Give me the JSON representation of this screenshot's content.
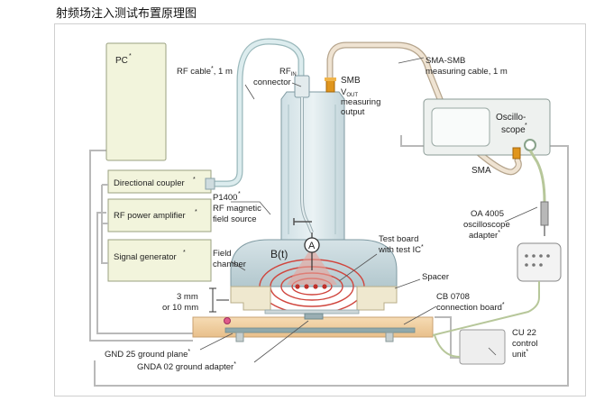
{
  "page": {
    "title": "射频场注入测试布置原理图"
  },
  "labels": {
    "pc": "PC",
    "rf_cable_1": "RF cable",
    "rf_cable_2": ", 1 m",
    "rf_in_connector_1": "RF",
    "rf_in_connector_sub": "IN",
    "rf_in_connector_2": "connector",
    "smb": "SMB",
    "v_out": "V",
    "v_out_sub": "OUT",
    "measuring": "measuring",
    "output": "output",
    "sma_smb_1": "SMA-SMB",
    "sma_smb_2": "measuring cable, 1 m",
    "oscilloscope_1": "Oscillo-",
    "oscilloscope_2": "scope",
    "sma": "SMA",
    "directional_coupler": "Directional coupler",
    "rf_power_amplifier": "RF power amplifier",
    "signal_generator": "Signal generator",
    "p1400_1": "P1400",
    "p1400_2": "RF magnetic",
    "p1400_3": "field source",
    "bt": "B(t)",
    "ammeter": "A",
    "field_chamber_1": "Field",
    "field_chamber_2": "chamber",
    "test_board_1": "Test board",
    "test_board_2": "with test IC",
    "spacer": "Spacer",
    "gap_1": "3 mm",
    "gap_2": "or 10 mm",
    "cb0708_1": "CB 0708",
    "cb0708_2": "connection board",
    "oa4005_1": "OA 4005",
    "oa4005_2": "oscilloscope",
    "oa4005_3": "adapter",
    "cu22_1": "CU 22",
    "cu22_2": "control",
    "cu22_3": "unit",
    "gnd25": "GND 25 ground plane",
    "gnda02": "GNDA 02 ground adapter",
    "star": "*"
  },
  "colors": {
    "cable_fill": "#d9eaec",
    "cable_stroke": "#9ab8bb",
    "box_fill": "#f2f4dc",
    "box_stroke": "#9aa080",
    "probe_fill": "#e1ecef",
    "probe_stroke": "#7f9aa2",
    "chamber_fill": "#c9d9de",
    "wood_fill": "#f2d2a6",
    "wood_stroke": "#c9a070",
    "spacer_fill": "#efe8cf",
    "field_red": "#d0453d",
    "orange": "#e0951c"
  }
}
